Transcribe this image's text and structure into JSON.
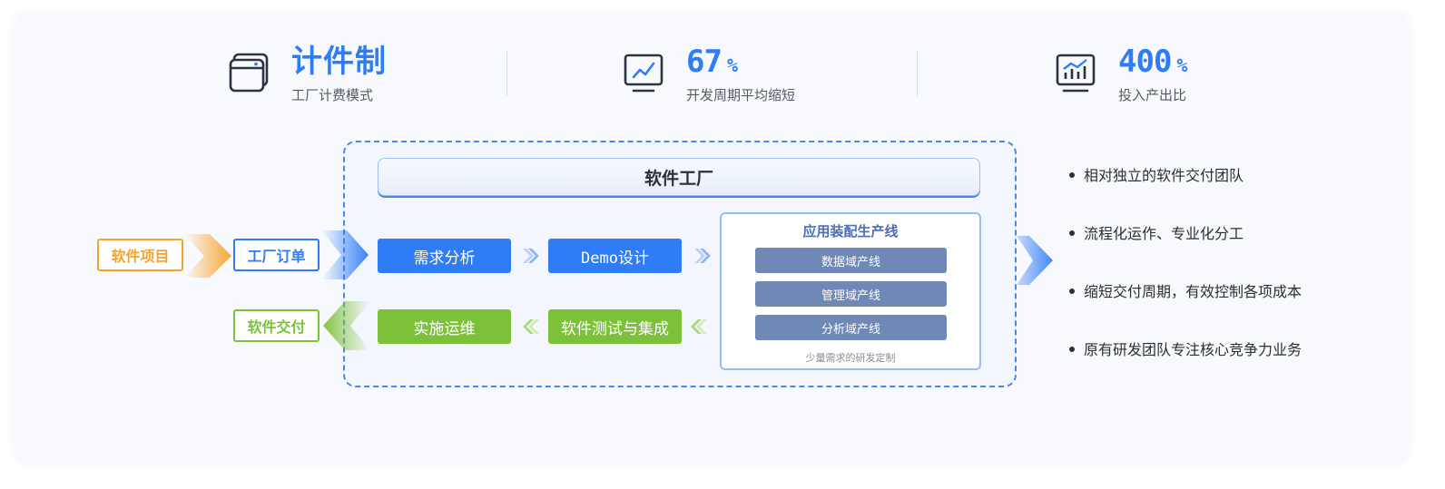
{
  "stats": [
    {
      "value": "计件制",
      "unit": "",
      "label": "工厂计费模式",
      "icon": "browser-window-icon"
    },
    {
      "value": "67",
      "unit": "%",
      "label": "开发周期平均缩短",
      "icon": "monitor-chart-icon"
    },
    {
      "value": "400",
      "unit": "%",
      "label": "投入产出比",
      "icon": "bar-chart-icon"
    }
  ],
  "factory": {
    "title": "软件工厂",
    "steps": {
      "requirements": "需求分析",
      "design": "Demo设计",
      "ops": "实施运维",
      "testing": "软件测试与集成"
    },
    "assembly": {
      "title": "应用装配生产线",
      "lines": [
        "数据域产线",
        "管理域产线",
        "分析域产线"
      ],
      "note": "少量需求的研发定制"
    }
  },
  "inputs": {
    "project": "软件项目",
    "order": "工厂订单",
    "delivery": "软件交付"
  },
  "benefits": [
    "相对独立的软件交付团队",
    "流程化运作、专业化分工",
    "缩短交付周期，有效控制各项成本",
    "原有研发团队专注核心竞争力业务"
  ],
  "colors": {
    "accent": "#2f7df6",
    "green": "#7dc13b",
    "orange": "#f5a32a",
    "line": "#6f88b6",
    "text": "#2b2f36"
  }
}
